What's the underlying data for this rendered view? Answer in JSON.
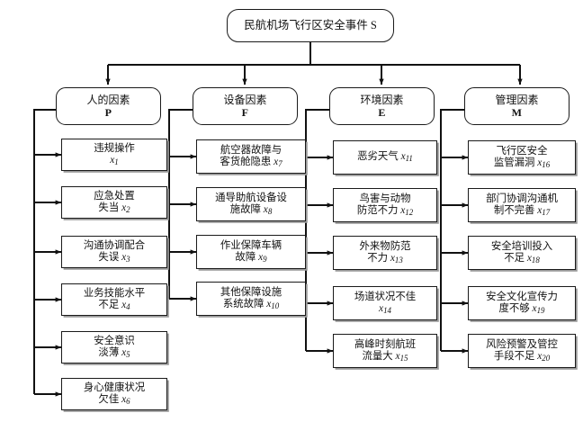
{
  "diagram": {
    "type": "hierarchy-tree",
    "title": "民航机场飞行区安全事件 S",
    "root": {
      "label": "民航机场飞行区安全事件 S"
    },
    "categories": [
      {
        "name": "人的因素",
        "code": "P",
        "items": [
          {
            "lines": [
              "违规操作"
            ],
            "var": "x",
            "sub": "1",
            "var_on_line": 2
          },
          {
            "lines": [
              "应急处置",
              "失当"
            ],
            "var": "x",
            "sub": "2",
            "var_on_line": 2
          },
          {
            "lines": [
              "沟通协调配合",
              "失误"
            ],
            "var": "x",
            "sub": "3",
            "var_on_line": 2
          },
          {
            "lines": [
              "业务技能水平",
              "不足"
            ],
            "var": "x",
            "sub": "4",
            "var_on_line": 2
          },
          {
            "lines": [
              "安全意识",
              "淡薄"
            ],
            "var": "x",
            "sub": "5",
            "var_on_line": 2
          },
          {
            "lines": [
              "身心健康状况",
              "欠佳"
            ],
            "var": "x",
            "sub": "6",
            "var_on_line": 2
          }
        ]
      },
      {
        "name": "设备因素",
        "code": "F",
        "items": [
          {
            "lines": [
              "航空器故障与",
              "客货舱隐患"
            ],
            "var": "x",
            "sub": "7",
            "var_on_line": 2
          },
          {
            "lines": [
              "通导助航设备设",
              "施故障"
            ],
            "var": "x",
            "sub": "8",
            "var_on_line": 2
          },
          {
            "lines": [
              "作业保障车辆",
              "故障"
            ],
            "var": "x",
            "sub": "9",
            "var_on_line": 2
          },
          {
            "lines": [
              "其他保障设施",
              "系统故障"
            ],
            "var": "x",
            "sub": "10",
            "var_on_line": 2
          }
        ]
      },
      {
        "name": "环境因素",
        "code": "E",
        "items": [
          {
            "lines": [
              "恶劣天气"
            ],
            "var": "x",
            "sub": "11",
            "var_on_line": 1
          },
          {
            "lines": [
              "鸟害与动物",
              "防范不力"
            ],
            "var": "x",
            "sub": "12",
            "var_on_line": 2
          },
          {
            "lines": [
              "外来物防范",
              "不力"
            ],
            "var": "x",
            "sub": "13",
            "var_on_line": 2
          },
          {
            "lines": [
              "场道状况不佳",
              ""
            ],
            "var": "x",
            "sub": "14",
            "var_on_line": 2
          },
          {
            "lines": [
              "高峰时刻航班",
              "流量大"
            ],
            "var": "x",
            "sub": "15",
            "var_on_line": 2
          }
        ]
      },
      {
        "name": "管理因素",
        "code": "M",
        "items": [
          {
            "lines": [
              "飞行区安全",
              "监管漏洞"
            ],
            "var": "x",
            "sub": "16",
            "var_on_line": 2
          },
          {
            "lines": [
              "部门协调沟通机",
              "制不完善"
            ],
            "var": "x",
            "sub": "17",
            "var_on_line": 2
          },
          {
            "lines": [
              "安全培训投入",
              "不足"
            ],
            "var": "x",
            "sub": "18",
            "var_on_line": 2
          },
          {
            "lines": [
              "安全文化宣传力",
              "度不够"
            ],
            "var": "x",
            "sub": "19",
            "var_on_line": 2
          },
          {
            "lines": [
              "风险预警及管控",
              "手段不足"
            ],
            "var": "x",
            "sub": "20",
            "var_on_line": 2
          }
        ]
      }
    ],
    "colors": {
      "line": "#111111",
      "box_border": "#1a1a1a",
      "background": "#ffffff",
      "shadow": "#9a9a9a"
    }
  }
}
